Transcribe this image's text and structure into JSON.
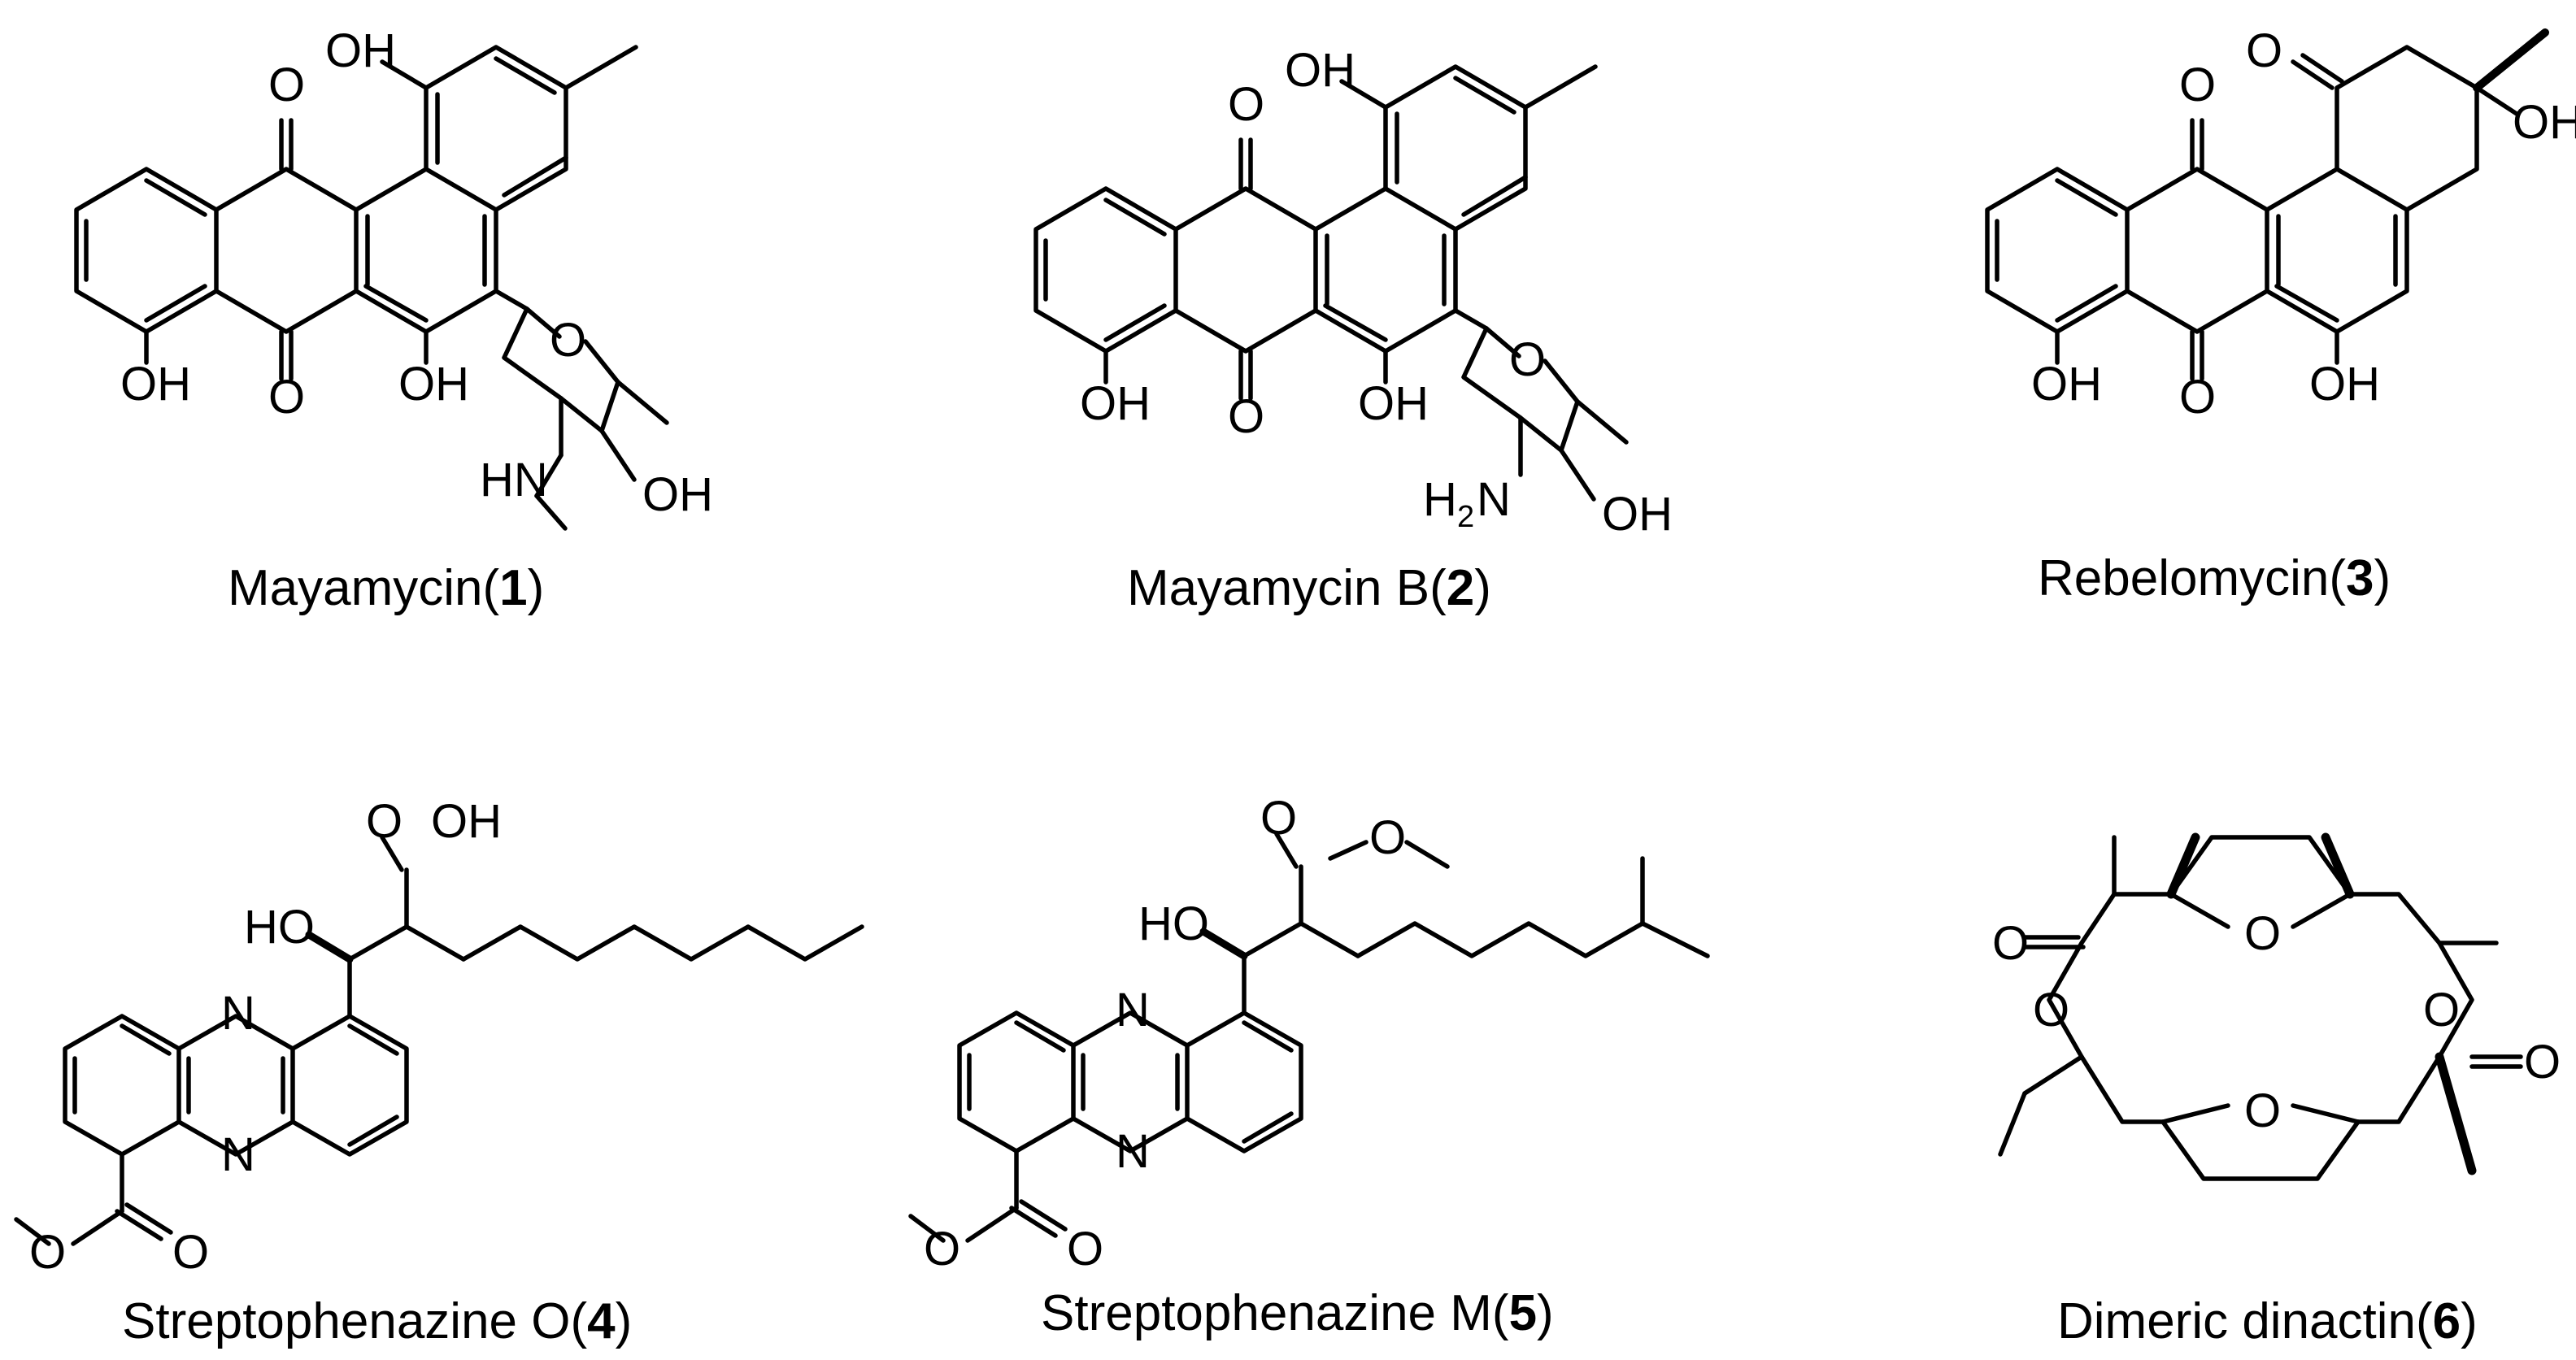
{
  "compounds": [
    {
      "name": "Mayamycin(",
      "num": "1",
      "close": ")"
    },
    {
      "name": "Mayamycin B(",
      "num": "2",
      "close": ")"
    },
    {
      "name": "Rebelomycin(",
      "num": "3",
      "close": ")"
    },
    {
      "name": "Streptophenazine O(",
      "num": "4",
      "close": ")"
    },
    {
      "name": "Streptophenazine M(",
      "num": "5",
      "close": ")"
    },
    {
      "name": "Dimeric dinactin(",
      "num": "6",
      "close": ")"
    }
  ],
  "atoms": {
    "OH": "OH",
    "O": "O",
    "N": "N",
    "HN": "HN",
    "H2N_H": "H",
    "H2N_2": "2",
    "H2N_N": "N",
    "HO": "HO"
  },
  "colors": {
    "stroke": "#000000",
    "background": "#ffffff"
  }
}
